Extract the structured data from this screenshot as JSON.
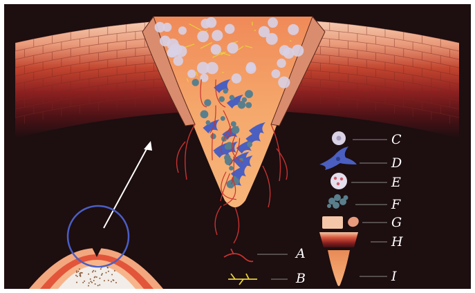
{
  "legend": {
    "items": [
      {
        "label": "A",
        "icon": "vessel-icon"
      },
      {
        "label": "B",
        "icon": "nerve-fiber-icon"
      },
      {
        "label": "C",
        "icon": "round-cell-icon"
      },
      {
        "label": "D",
        "icon": "dendritic-cell-icon"
      },
      {
        "label": "E",
        "icon": "multinucleated-cell-icon"
      },
      {
        "label": "F",
        "icon": "cell-debris-icon"
      },
      {
        "label": "G",
        "icon": "tissue-block-icon"
      },
      {
        "label": "H",
        "icon": "layered-tissue-icon"
      },
      {
        "label": "I",
        "icon": "lesion-cone-icon"
      }
    ]
  },
  "colors": {
    "background": "#1d0e10",
    "frame": "#ffffff",
    "epithelium_top": "#f3c4a8",
    "epithelium_bottom": "#5a1418",
    "lesion": "#f5a86c",
    "vessel": "#c8332f",
    "nerve": "#e8d23a",
    "dendritic_cell": "#4a5fbf",
    "round_cell": "#c7c0d6",
    "debris": "#5a7f8c",
    "magnifier_ring": "#4a5ec4",
    "arrow": "#ffffff"
  }
}
